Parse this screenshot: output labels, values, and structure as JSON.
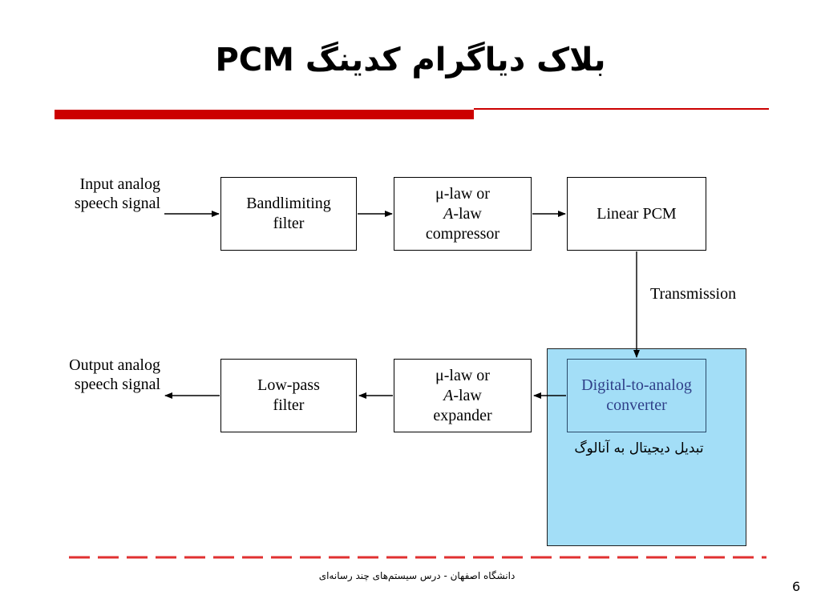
{
  "slide": {
    "title": "بلاک دیاگرام کدینگ PCM",
    "footer": "دانشگاه اصفهان - درس سیستم‌های چند رسانه‌ای",
    "page_number": "6"
  },
  "diagram": {
    "input_label": "Input analog\nspeech signal",
    "output_label": "Output analog\nspeech signal",
    "transmission_label": "Transmission",
    "boxes": {
      "bandlimiting": "Bandlimiting\nfilter",
      "compressor_l1": "μ-law or",
      "compressor_l2": "A",
      "compressor_l2b": "-law",
      "compressor_l3": "compressor",
      "linear_pcm": "Linear PCM",
      "dac": "Digital-to-analog\nconverter",
      "expander_l1": "μ-law or",
      "expander_l2": "A",
      "expander_l2b": "-law",
      "expander_l3": "expander",
      "lowpass": "Low-pass\nfilter"
    },
    "dac_note": "تبدیل دیجیتال به آنالوگ",
    "colors": {
      "highlight": "#a3def7",
      "accent": "#cc0000",
      "dac_text": "#2f3f88"
    }
  }
}
